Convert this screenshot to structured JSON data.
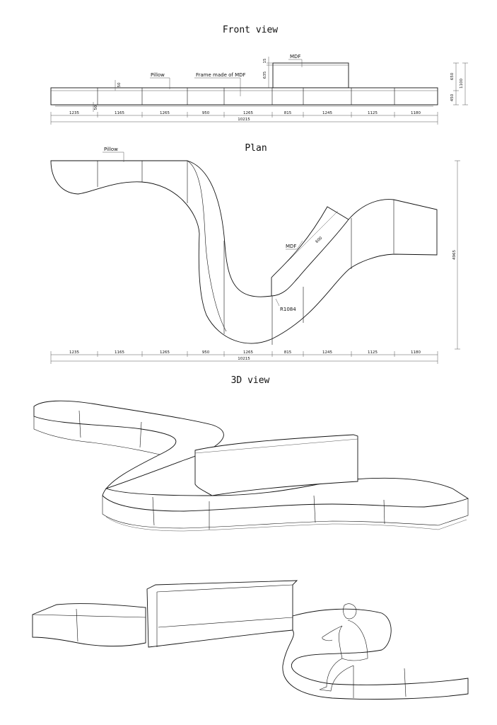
{
  "sections": {
    "front": {
      "title": "Front view"
    },
    "plan": {
      "title": "Plan"
    },
    "view3d": {
      "title": "3D view"
    }
  },
  "front_labels": {
    "mdf": "MDF",
    "pillow": "Pillow",
    "frame": "Frame made of MDF",
    "pillow_h": "50",
    "base_h": "50",
    "mdf_top": "15",
    "mdf_h": "635",
    "upper_h": "650",
    "lower_h": "450",
    "total_h": "1100"
  },
  "plan_labels": {
    "pillow": "Pillow",
    "mdf": "MDF",
    "mdf_width": "600",
    "radius": "R1084",
    "depth": "4965"
  },
  "segments": [
    "1235",
    "1165",
    "1265",
    "950",
    "1265",
    "815",
    "1245",
    "1125",
    "1180"
  ],
  "total_length": "10215"
}
